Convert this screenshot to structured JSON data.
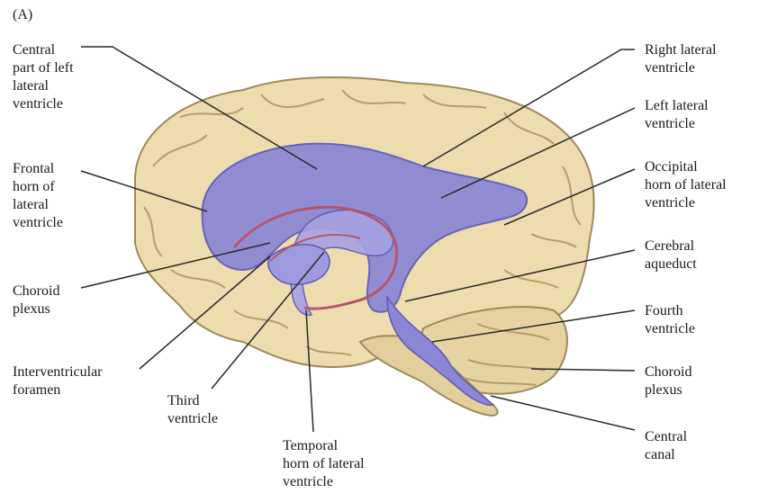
{
  "panel_label": "(A)",
  "labels": {
    "central_part": [
      "Central",
      "part of left",
      "lateral",
      "ventricle"
    ],
    "frontal_horn": [
      "Frontal",
      "horn of",
      "lateral",
      "ventricle"
    ],
    "choroid_plexus_left": [
      "Choroid",
      "plexus"
    ],
    "interventricular_foramen": [
      "Interventricular",
      "foramen"
    ],
    "third_ventricle": [
      "Third",
      "ventricle"
    ],
    "temporal_horn": [
      "Temporal",
      "horn of lateral",
      "ventricle"
    ],
    "right_lateral": [
      "Right lateral",
      "ventricle"
    ],
    "left_lateral": [
      "Left lateral",
      "ventricle"
    ],
    "occipital_horn": [
      "Occipital",
      "horn of lateral",
      "ventricle"
    ],
    "cerebral_aqueduct": [
      "Cerebral",
      "aqueduct"
    ],
    "fourth_ventricle": [
      "Fourth",
      "ventricle"
    ],
    "choroid_plexus_right": [
      "Choroid",
      "plexus"
    ],
    "central_canal": [
      "Central",
      "canal"
    ]
  },
  "colors": {
    "brain": "#ecdcae",
    "brain_shadow": "#c9b483",
    "ventricle": "#8b86d6",
    "ventricle_dark": "#6a63c2",
    "choroid": "#b4566a",
    "line": "#2a2a2a"
  }
}
